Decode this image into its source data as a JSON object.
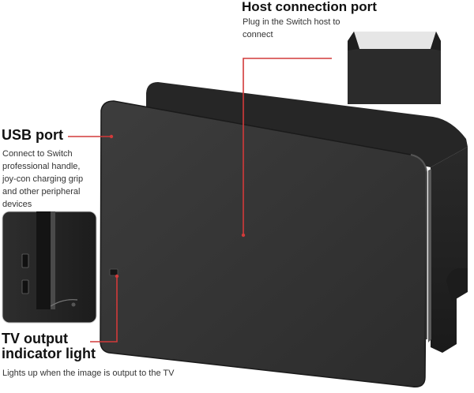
{
  "callouts": {
    "host_connection": {
      "title": "Host connection port",
      "description": "Plug in the Switch host to connect"
    },
    "usb_port": {
      "title": "USB port",
      "description": "Connect to Switch professional handle, joy-con charging grip and other peripheral devices"
    },
    "tv_output": {
      "title": "TV output indicator light",
      "description": "Lights up when the image is output to the TV"
    }
  },
  "colors": {
    "leader_line": "#d23a3a",
    "dock_body": "#3a3a3a",
    "dock_dark": "#1f1f1f",
    "background": "#ffffff"
  }
}
